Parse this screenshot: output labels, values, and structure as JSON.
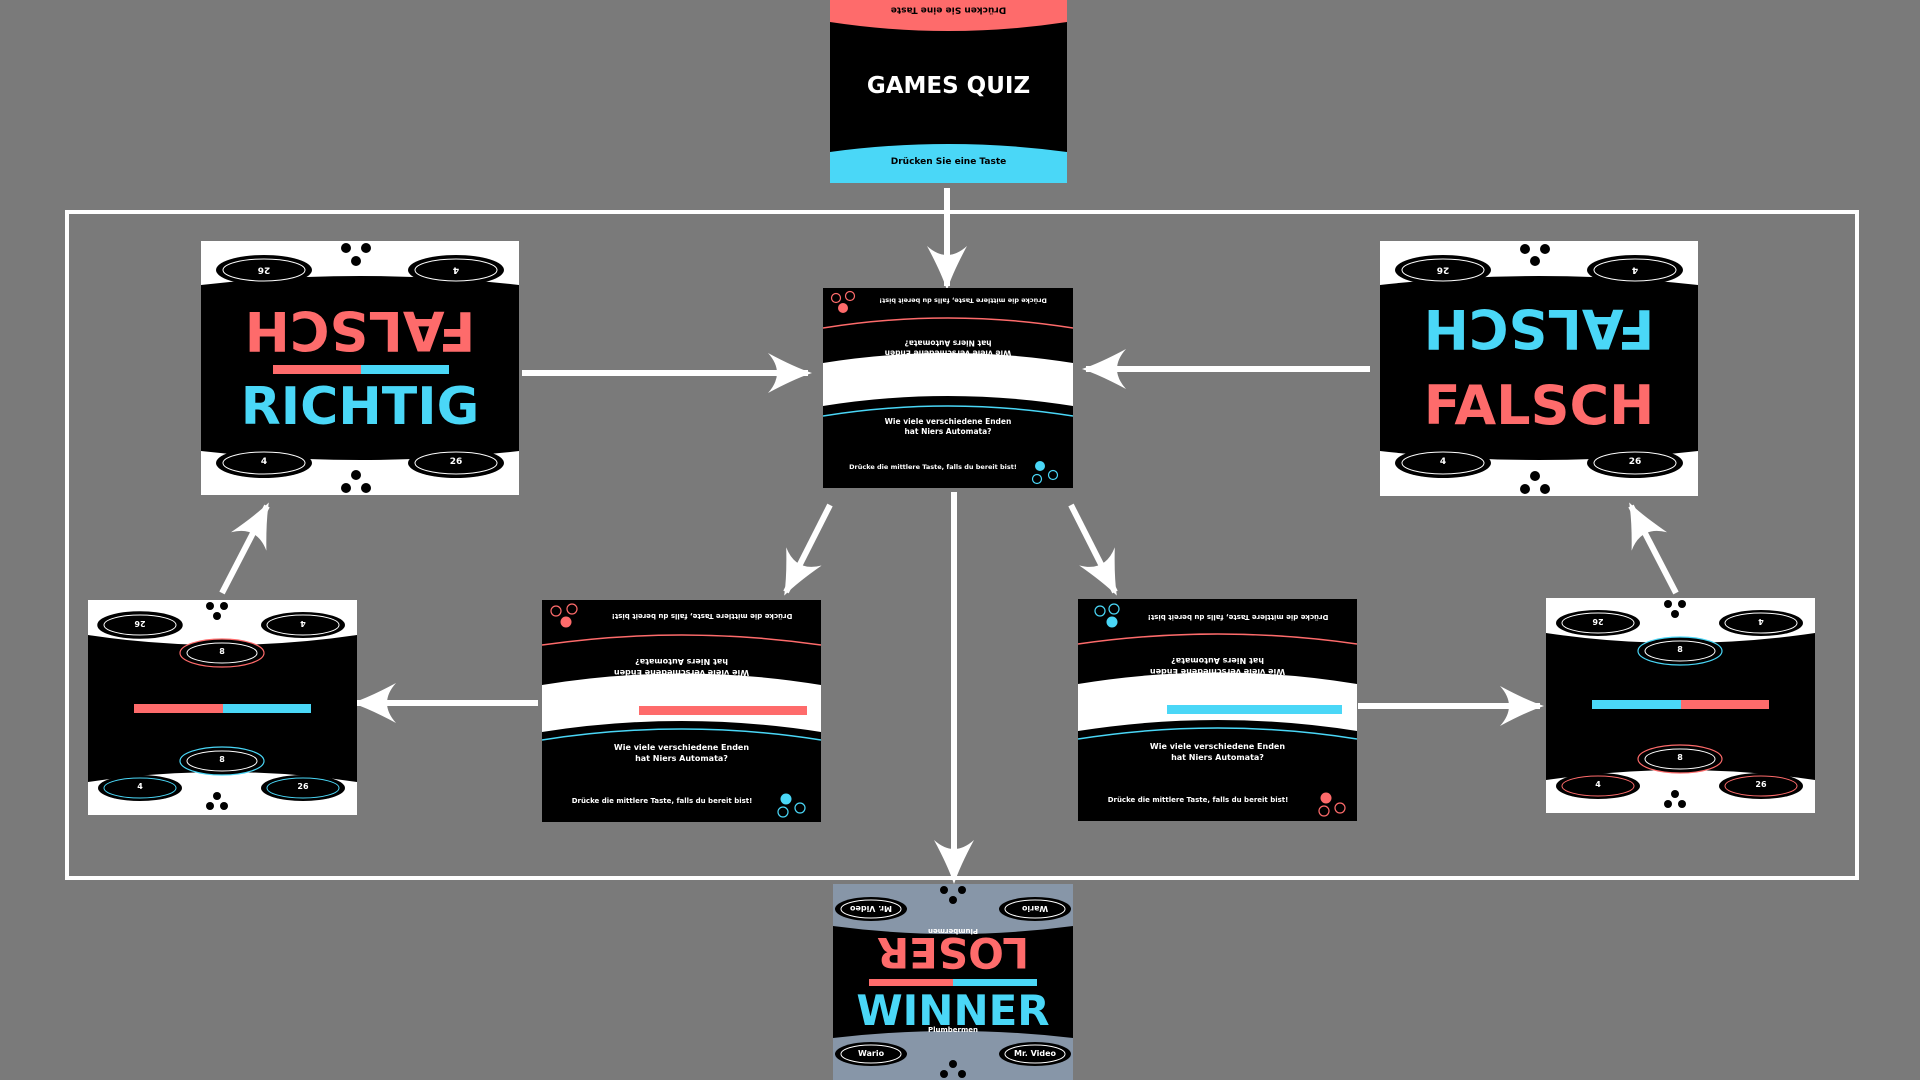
{
  "colors": {
    "background": "#7a7a7a",
    "red": "#fe6b6b",
    "blue": "#4ad7f7",
    "black": "#000000",
    "white": "#ffffff",
    "slate": "#8796a8",
    "frame": "#ffffff"
  },
  "title_screen": {
    "title": "GAMES QUIZ",
    "press_key": "Drücken Sie eine Taste",
    "press_key_flipped": "Drücken Sie eine Taste"
  },
  "question": {
    "text_line1": "Wie viele verschiedene Enden",
    "text_line2": "hat Niers Automata?",
    "ready_prompt": "Drücke die mittlere Taste, falls du bereit bist!",
    "flipped_text_line1": "Wie viele verschiedene Enden",
    "flipped_text_line2": "hat Niers Automata?",
    "flipped_ready_prompt": "Drücke die mittlere Taste, falls du bereit bist!"
  },
  "answers": {
    "left": "4",
    "center": "8",
    "right": "26"
  },
  "results": {
    "correct": "RICHTIG",
    "wrong": "FALSCH"
  },
  "end_screen": {
    "winner": "WINNER",
    "loser": "LOSER",
    "player_left": "Wario",
    "player_right": "Mr. Video",
    "center_name": "Plumbermen"
  }
}
